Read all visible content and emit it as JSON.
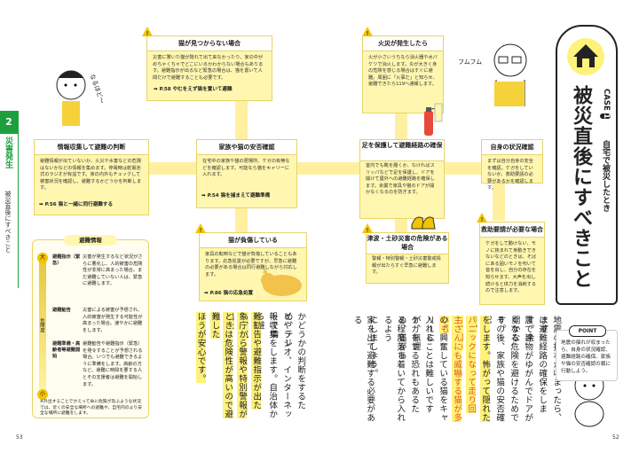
{
  "sidebar": {
    "chapter_num": "2",
    "chapter_title": "災害発生",
    "section": "被災直後にすべきこと"
  },
  "case": {
    "label": "CASE",
    "num": "1",
    "subtitle": "自宅で被災したとき",
    "title": "被災直後にすべきこと"
  },
  "cards": {
    "cat_missing": {
      "title": "猫が見つからない場合",
      "body": "災害に驚いた猫が隠れて出て来なかったり、家の中がめちゃくちゃでどこにいるかわからない場合もあります。避難指示が出るなど緊急の場合は、猫を置いて人間だけで避難することも必要です。",
      "ref_page": "P.58",
      "ref_text": "やむをえず猫を置いて避難"
    },
    "fire": {
      "title": "火災が発生したら",
      "body": "火が小さいうちなら消火器や水バケツで消火します。炎が大きく身の危険を感じる場合はすぐに避難。周囲に「火事だ」と知らせ、避難できたら119へ通報します。"
    },
    "info": {
      "title": "情報収集して避難の判断",
      "body": "避難情報が出ていないか、火災や水害などの危険はないかなどの情報を集めます。停電時は乾電池式のラジオが有益です。家の内外もチェックして被害状況を確認し、避難するかどうかを判断します。",
      "ref_page": "P.56",
      "ref_text": "猫と一緒に同行避難する"
    },
    "check_cat": {
      "title": "家族や猫の安否確認",
      "body": "在宅中の家族や猫の居場所、ケガの有無などを確認します。可能なら猫をキャリーに入れます。",
      "ref_page": "P.54",
      "ref_text": "猫を捕まえて避難準備"
    },
    "secure": {
      "title": "足を保護して避難経路の確保",
      "body": "室内でも靴を履くか、なければスリッパなどで足を保護し、ドアを開けて屋外への避難経路を確保します。余震で家具や猫のドアが開かなくなるのを防ぎます。"
    },
    "self": {
      "title": "自身の状況確認",
      "body": "まずは自分自身の安全を確認。ケガをしていないか、救助要請の必要があるかを確認します。"
    },
    "injured": {
      "title": "猫が負傷している",
      "body": "家具の転倒などで猫が負傷していることもあります。応急処置が必要ですが、早急に避難の必要がある場合は同行避難しながら対応します。",
      "ref_page": "P.86",
      "ref_text": "猫の応急処置"
    },
    "tsunami": {
      "title": "津波・土砂災害の危険がある場合",
      "body": "警報・特別警報・土砂災害警戒情報が出たらすぐ早急に避難します。"
    },
    "rescue": {
      "title": "救助要請が必要な場合",
      "body": "ケガをして動けない、モノに挟まれて身動きできないなどのときは、そばにある固いモノを叩いて音を出し、自分の存在を知らせます。大声を出し続けると体力を消耗するので注意します。"
    }
  },
  "evac_info": {
    "title": "避難情報",
    "scale_top": "大",
    "scale_mid": "危険度",
    "scale_bottom": "小",
    "rows": [
      {
        "name": "避難指示（緊急）",
        "desc": "災害が発生するなど状況がさらに悪化し、人的被害の危険性が非常に高まった場合。まだ避難していない人は、緊急に避難します。"
      },
      {
        "name": "避難勧告",
        "desc": "災害による被害が予想され、人的被害が発生する可能性が高まった場合。速やかに避難をします。"
      },
      {
        "name": "避難準備・高齢者等避難開始",
        "desc": "避難勧告や避難指示（緊急）を発令することが予想される場合。いつでも避難できるように準備をします。高齢の方など、避難に時間を要する人とその支援者は避難を開始します。"
      }
    ],
    "note": "※外出することでかえって命に危険が及ぶような状況では、近くの安全な場所への避難や、自宅内のより安全な場所に避難をします。"
  },
  "main_text": [
    "地震の揺れが収まったら、まず",
    "は避難経路の確保をします。余",
    "震で建物がゆがんでドアが開かな",
    "くなる危険を避けるためです。",
    "その後、家族や猫の安否確認",
    "をします。怖がって隠れたり、",
    "パニックになって走り回る、飼い",
    "主さんにも威嚇する猫が多いも",
    "の。興奮している猫をキャリーに",
    "入れることは難しいですが、無理",
    "にしまうと暴れてケガをするおそれも",
    "ケガをする恐れもあるため、猫があ",
    "る程度落ち着いてから入れるよう",
    "にしましょう。",
    "家を出て避難する必要がある",
    "かどうかの判断をするため、テレ",
    "ビやラジオ、インターネットで情",
    "報収集をします。自治体から避",
    "難勧告や避難指示が出たら、気",
    "象庁から警報や特別警報が出た",
    "ときは危険性が高いので避難した",
    "ほうが安心です。"
  ],
  "point": {
    "label": "POINT",
    "text": "地震の揺れが収まったら、自身の状況確認、避難経路の確保、家族や猫の安否確認の順に行動しよう。"
  },
  "character": {
    "fumufumu": "フムフム",
    "naruhodo": "なるほど〜"
  },
  "pages": {
    "left": "53",
    "right": "52"
  },
  "colors": {
    "yellow": "#fff7b0",
    "accent_green": "#1d9f3d",
    "highlight": "#fff27a",
    "orange_text": "#e4570e"
  }
}
